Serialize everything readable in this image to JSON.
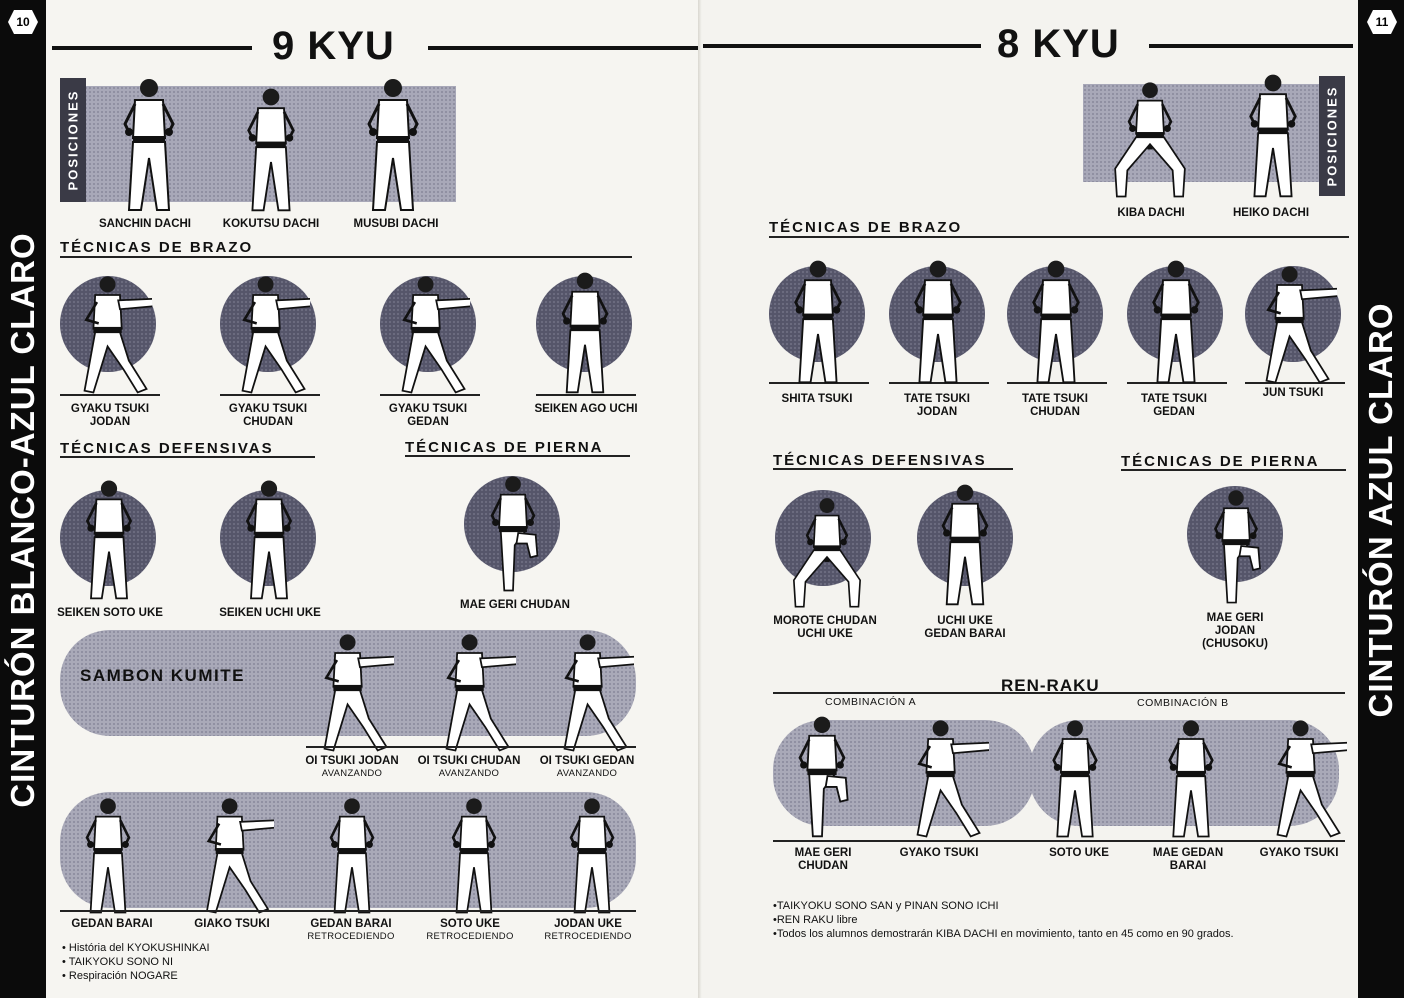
{
  "left": {
    "page_number": "10",
    "title": "9 KYU",
    "side_text": "CINTURÓN BLANCO-AZUL CLARO",
    "positions_label": "POSICIONES",
    "positions": [
      "SANCHIN DACHI",
      "KOKUTSU DACHI",
      "MUSUBI DACHI"
    ],
    "arm_title": "TÉCNICAS DE BRAZO",
    "arm": [
      {
        "line1": "GYAKU TSUKI",
        "line2": "JODAN"
      },
      {
        "line1": "GYAKU TSUKI",
        "line2": "CHUDAN"
      },
      {
        "line1": "GYAKU TSUKI",
        "line2": "GEDAN"
      },
      {
        "line1": "SEIKEN AGO UCHI",
        "line2": ""
      }
    ],
    "defense_title": "TÉCNICAS DEFENSIVAS",
    "defense": [
      "SEIKEN SOTO UKE",
      "SEIKEN UCHI UKE"
    ],
    "leg_title": "TÉCNICAS DE PIERNA",
    "leg": [
      "MAE GERI CHUDAN"
    ],
    "kumite_label": "SAMBON KUMITE",
    "kumite": [
      {
        "name": "OI TSUKI JODAN",
        "sub": "AVANZANDO"
      },
      {
        "name": "OI TSUKI CHUDAN",
        "sub": "AVANZANDO"
      },
      {
        "name": "OI TSUKI GEDAN",
        "sub": "AVANZANDO"
      }
    ],
    "retreat": [
      {
        "name": "GEDAN BARAI",
        "sub": ""
      },
      {
        "name": "GIAKO TSUKI",
        "sub": ""
      },
      {
        "name": "GEDAN BARAI",
        "sub": "RETROCEDIENDO"
      },
      {
        "name": "SOTO UKE",
        "sub": "RETROCEDIENDO"
      },
      {
        "name": "JODAN UKE",
        "sub": "RETROCEDIENDO"
      }
    ],
    "notes": [
      "• História del KYOKUSHINKAI",
      "• TAIKYOKU SONO NI",
      "• Respiración NOGARE"
    ]
  },
  "right": {
    "page_number": "11",
    "title": "8 KYU",
    "side_text": "CINTURÓN AZUL CLARO",
    "positions_label": "POSICIONES",
    "positions": [
      "KIBA DACHI",
      "HEIKO DACHI"
    ],
    "arm_title": "TÉCNICAS DE BRAZO",
    "arm": [
      {
        "line1": "SHITA TSUKI",
        "line2": ""
      },
      {
        "line1": "TATE TSUKI",
        "line2": "JODAN"
      },
      {
        "line1": "TATE TSUKI",
        "line2": "CHUDAN"
      },
      {
        "line1": "TATE TSUKI",
        "line2": "GEDAN"
      },
      {
        "line1": "JUN TSUKI",
        "line2": ""
      }
    ],
    "defense_title": "TÉCNICAS DEFENSIVAS",
    "defense": [
      {
        "line1": "MOROTE CHUDAN",
        "line2": "UCHI UKE"
      },
      {
        "line1": "UCHI UKE",
        "line2": "GEDAN BARAI"
      }
    ],
    "leg_title": "TÉCNICAS DE PIERNA",
    "leg": [
      {
        "line1": "MAE GERI",
        "line2": "JODAN",
        "line3": "(CHUSOKU)"
      }
    ],
    "renraku_title": "REN-RAKU",
    "combo_a": "COMBINACIÓN A",
    "combo_b": "COMBINACIÓN B",
    "renraku": [
      {
        "line1": "MAE GERI",
        "line2": "CHUDAN"
      },
      {
        "line1": "GYAKO TSUKI",
        "line2": ""
      },
      {
        "line1": "SOTO UKE",
        "line2": ""
      },
      {
        "line1": "MAE GEDAN",
        "line2": "BARAI"
      },
      {
        "line1": "GYAKO TSUKI",
        "line2": ""
      }
    ],
    "notes": [
      "•TAIKYOKU SONO SAN y PINAN SONO ICHI",
      "•REN RAKU libre",
      "•Todos los alumnos demostrarán KIBA DACHI en movimiento, tanto en 45 como en 90 grados."
    ]
  }
}
